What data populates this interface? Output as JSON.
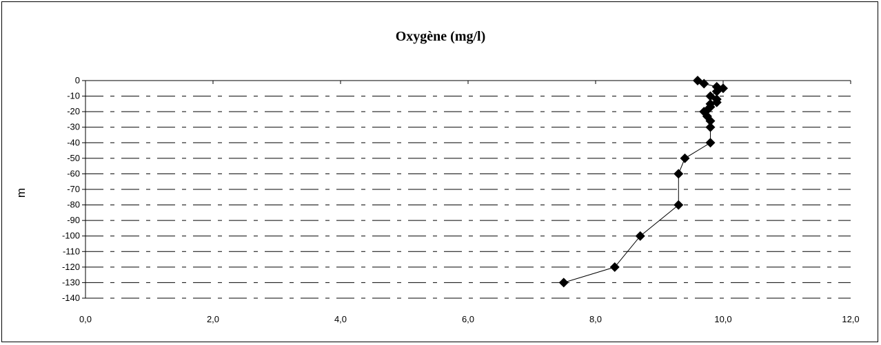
{
  "chart_data": {
    "type": "line",
    "title": "Oxygène (mg/l)",
    "xlabel": "",
    "ylabel": "m",
    "xlim": [
      0,
      12
    ],
    "ylim": [
      -140,
      0
    ],
    "xticks": [
      "0,0",
      "2,0",
      "4,0",
      "6,0",
      "8,0",
      "10,0",
      "12,0"
    ],
    "yticks": [
      "0",
      "-10",
      "-20",
      "-30",
      "-40",
      "-50",
      "-60",
      "-70",
      "-80",
      "-90",
      "-100",
      "-110",
      "-120",
      "-130",
      "-140"
    ],
    "grid": "horizontal dashed",
    "marker": "diamond",
    "series": [
      {
        "x": [
          9.6,
          9.7,
          9.9,
          10.0,
          9.9,
          9.8,
          9.9,
          9.9,
          9.8,
          9.8,
          9.75,
          9.7,
          9.75,
          9.8,
          9.8,
          9.8,
          9.4,
          9.3,
          9.3,
          8.7,
          8.3,
          7.5
        ],
        "y": [
          0,
          -2,
          -4,
          -5,
          -7,
          -10,
          -12,
          -14,
          -15,
          -17,
          -19,
          -20,
          -23,
          -26,
          -30,
          -40,
          -50,
          -60,
          -80,
          -100,
          -120,
          -130
        ]
      }
    ]
  }
}
